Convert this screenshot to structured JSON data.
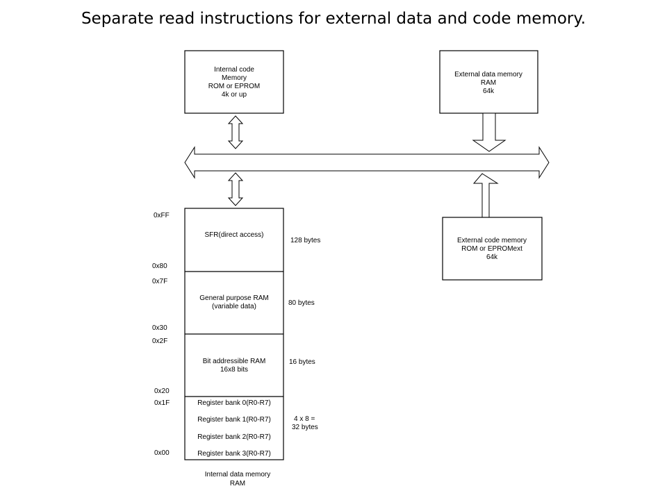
{
  "title": "Separate read instructions for external data and code memory.",
  "internal_code_memory": [
    "Internal code",
    "Memory",
    "ROM or EPROM",
    "4k or up"
  ],
  "external_data_memory": [
    "External data memory",
    "RAM",
    "64k"
  ],
  "external_code_memory": [
    "External code memory",
    "ROM or EPROMext",
    "64k"
  ],
  "internal_data_memory": {
    "caption": [
      "Internal data memory",
      "RAM"
    ],
    "sfr": {
      "label": [
        "SFR(direct access)"
      ],
      "size": "128 bytes"
    },
    "general_ram": {
      "label": [
        "General purpose RAM",
        "(variable data)"
      ],
      "size": "80 bytes"
    },
    "bit_ram": {
      "label": [
        "Bit addressible RAM",
        "16x8 bits"
      ],
      "size": "16 bytes"
    },
    "register_banks": [
      "Register bank 0(R0-R7)",
      "Register bank 1(R0-R7)",
      "Register bank 2(R0-R7)",
      "Register bank 3(R0-R7)"
    ],
    "register_size": [
      "4 x 8 =",
      "32 bytes"
    ],
    "addresses": [
      "0xFF",
      "0x80",
      "0x7F",
      "0x30",
      "0x2F",
      "0x20",
      "0x1F",
      "0x00"
    ]
  }
}
